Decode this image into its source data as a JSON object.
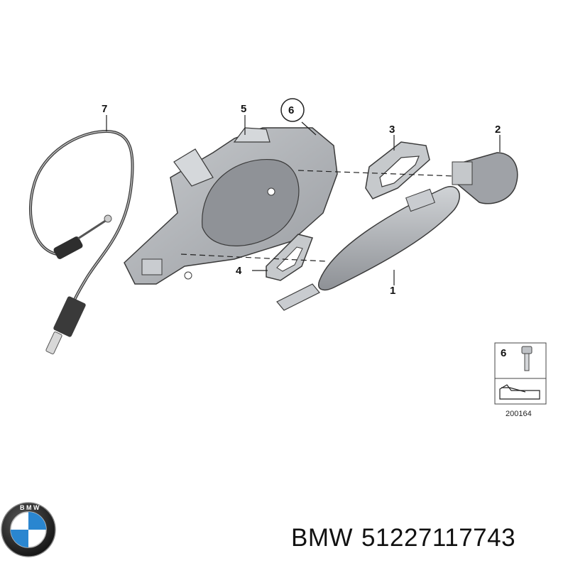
{
  "callouts": {
    "c1": "1",
    "c2": "2",
    "c3": "3",
    "c4": "4",
    "c5": "5",
    "c6": "6",
    "c7": "7"
  },
  "legend": {
    "part_number": "6",
    "reference": "200164"
  },
  "logo": {
    "letters": "BMW"
  },
  "caption": {
    "brand": "BMW",
    "part_code": "51227117743"
  },
  "colors": {
    "part_fill": "#b9bcc0",
    "part_shade": "#8f9297",
    "outline": "#3a3a3a",
    "bmw_blue": "#2a86d0"
  }
}
